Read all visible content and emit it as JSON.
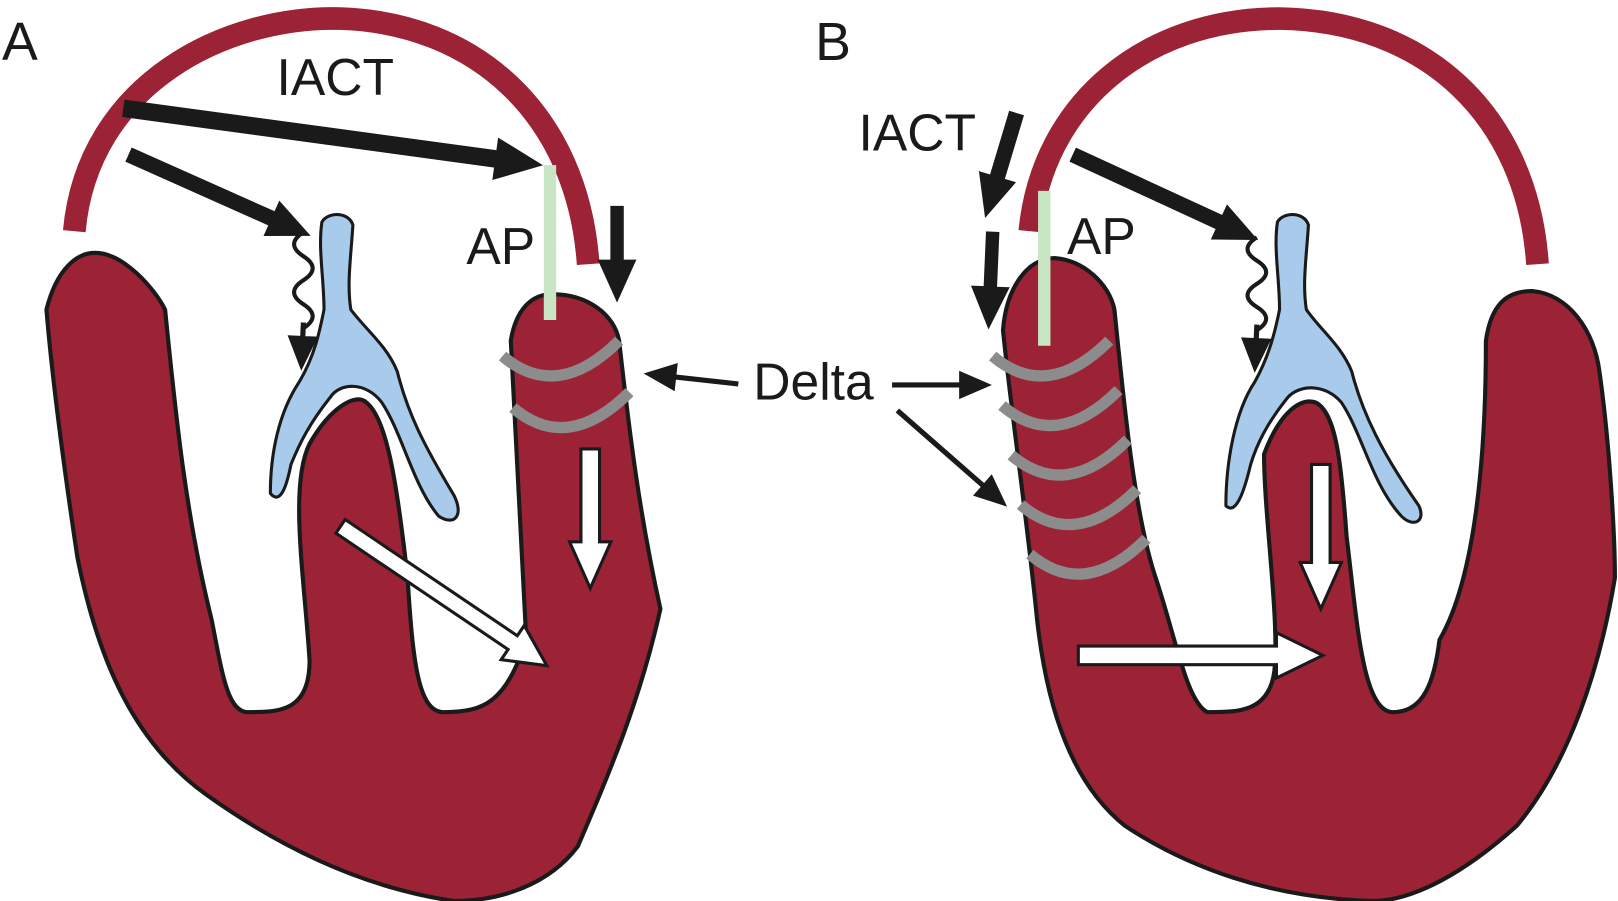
{
  "panels": [
    {
      "label": "A",
      "iact_label": "IACT",
      "ap_label": "AP",
      "delta_arc_count": 2
    },
    {
      "label": "B",
      "iact_label": "IACT",
      "ap_label": "AP",
      "delta_arc_count": 5
    }
  ],
  "center": {
    "delta_label": "Delta"
  },
  "colors": {
    "myocardium": "#9b2335",
    "conduction_system": "#a9cbeb",
    "accessory_pathway": "#c8e6c4",
    "delta_wave_front": "#8c8c8c",
    "arrows": "#1a1a1a"
  }
}
